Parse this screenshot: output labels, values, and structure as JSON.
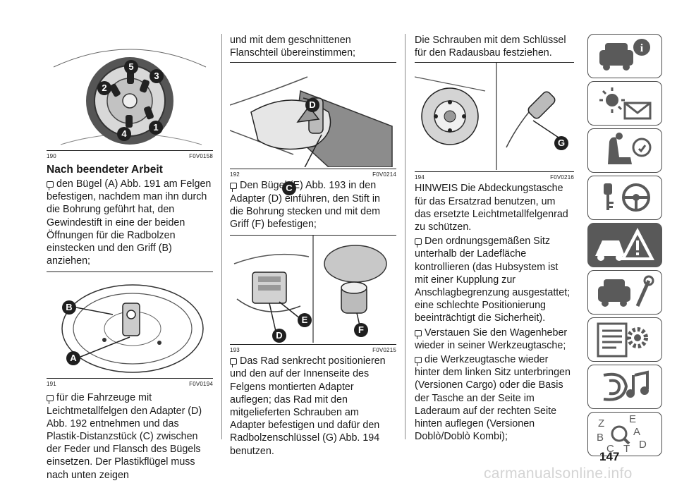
{
  "col1": {
    "fig1": {
      "num": "190",
      "code": "F0V0158",
      "callouts": [
        "5",
        "3",
        "2",
        "4",
        "1"
      ]
    },
    "heading": "Nach beendeter Arbeit",
    "p1": "den Bügel (A) Abb. 191 am Felgen befestigen, nachdem man ihn durch die Bohrung geführt hat, den Gewindestift in eine der beiden Öffnungen für die Radbolzen einstecken und den Griff (B) anziehen;",
    "fig2": {
      "num": "191",
      "code": "F0V0194",
      "callouts": [
        "B",
        "A"
      ]
    },
    "p2": "für die Fahrzeuge mit Leichtmetallfelgen den Adapter (D) Abb. 192 entnehmen und das Plastik-Distanzstück (C) zwischen der Feder und Flansch des Bügels einsetzen. Der Plastikflügel muss nach unten zeigen"
  },
  "col2": {
    "p0": "und mit dem geschnittenen Flanschteil übereinstimmen;",
    "fig1": {
      "num": "192",
      "code": "F0V0214",
      "callouts": [
        "D",
        "C"
      ]
    },
    "p1": "Den Bügel (E) Abb. 193 in den Adapter (D) einführen, den Stift in die Bohrung stecken und mit dem Griff (F) befestigen;",
    "fig2": {
      "num": "193",
      "code": "F0V0215",
      "callouts": [
        "E",
        "D",
        "F"
      ]
    },
    "p2": "Das Rad senkrecht positionieren und den auf der Innenseite des Felgens montierten Adapter auflegen; das Rad mit den mitgelieferten Schrauben am Adapter befestigen und dafür den Radbolzenschlüssel (G) Abb. 194 benutzen."
  },
  "col3": {
    "p0": "Die Schrauben mit dem Schlüssel für den Radausbau festziehen.",
    "fig1": {
      "num": "194",
      "code": "F0V0216",
      "callouts": [
        "G"
      ]
    },
    "p1": "HINWEIS Die Abdeckungstasche für das Ersatzrad benutzen, um das ersetzte Leichtmetallfelgenrad zu schützen.",
    "p2": "Den ordnungsgemäßen Sitz unterhalb der Ladefläche kontrollieren (das Hubsystem ist mit einer Kupplung zur Anschlagbegrenzung ausgestattet; eine schlechte Positionierung beeinträchtigt die Sicherheit).",
    "p3": "Verstauen Sie den Wagenheber wieder in seiner Werkzeugtasche;",
    "p4": "die Werkzeugtasche wieder hinter dem linken Sitz unterbringen (Versionen Cargo) oder die Basis der Tasche an der Seite im Laderaum auf der rechten Seite hinten auflegen (Versionen Doblò/Doblò Kombi);"
  },
  "sidebar": {
    "items": [
      {
        "icon": "car-info-icon",
        "active": false
      },
      {
        "icon": "lights-envelope-icon",
        "active": false
      },
      {
        "icon": "airbag-seat-icon",
        "active": false
      },
      {
        "icon": "key-steering-icon",
        "active": false
      },
      {
        "icon": "emergency-triangle-icon",
        "active": true
      },
      {
        "icon": "car-service-icon",
        "active": false
      },
      {
        "icon": "specs-gear-icon",
        "active": false
      },
      {
        "icon": "multimedia-icon",
        "active": false
      },
      {
        "icon": "index-abc-icon",
        "active": false
      }
    ],
    "index_letters": [
      "Z",
      "E",
      "A",
      "B",
      "C",
      "T",
      "D"
    ]
  },
  "page_number": "147",
  "watermark": "carmanualsonline.info",
  "colors": {
    "text": "#1a1a1a",
    "sidebar_active": "#595959",
    "callout": "#1f1f1f"
  }
}
